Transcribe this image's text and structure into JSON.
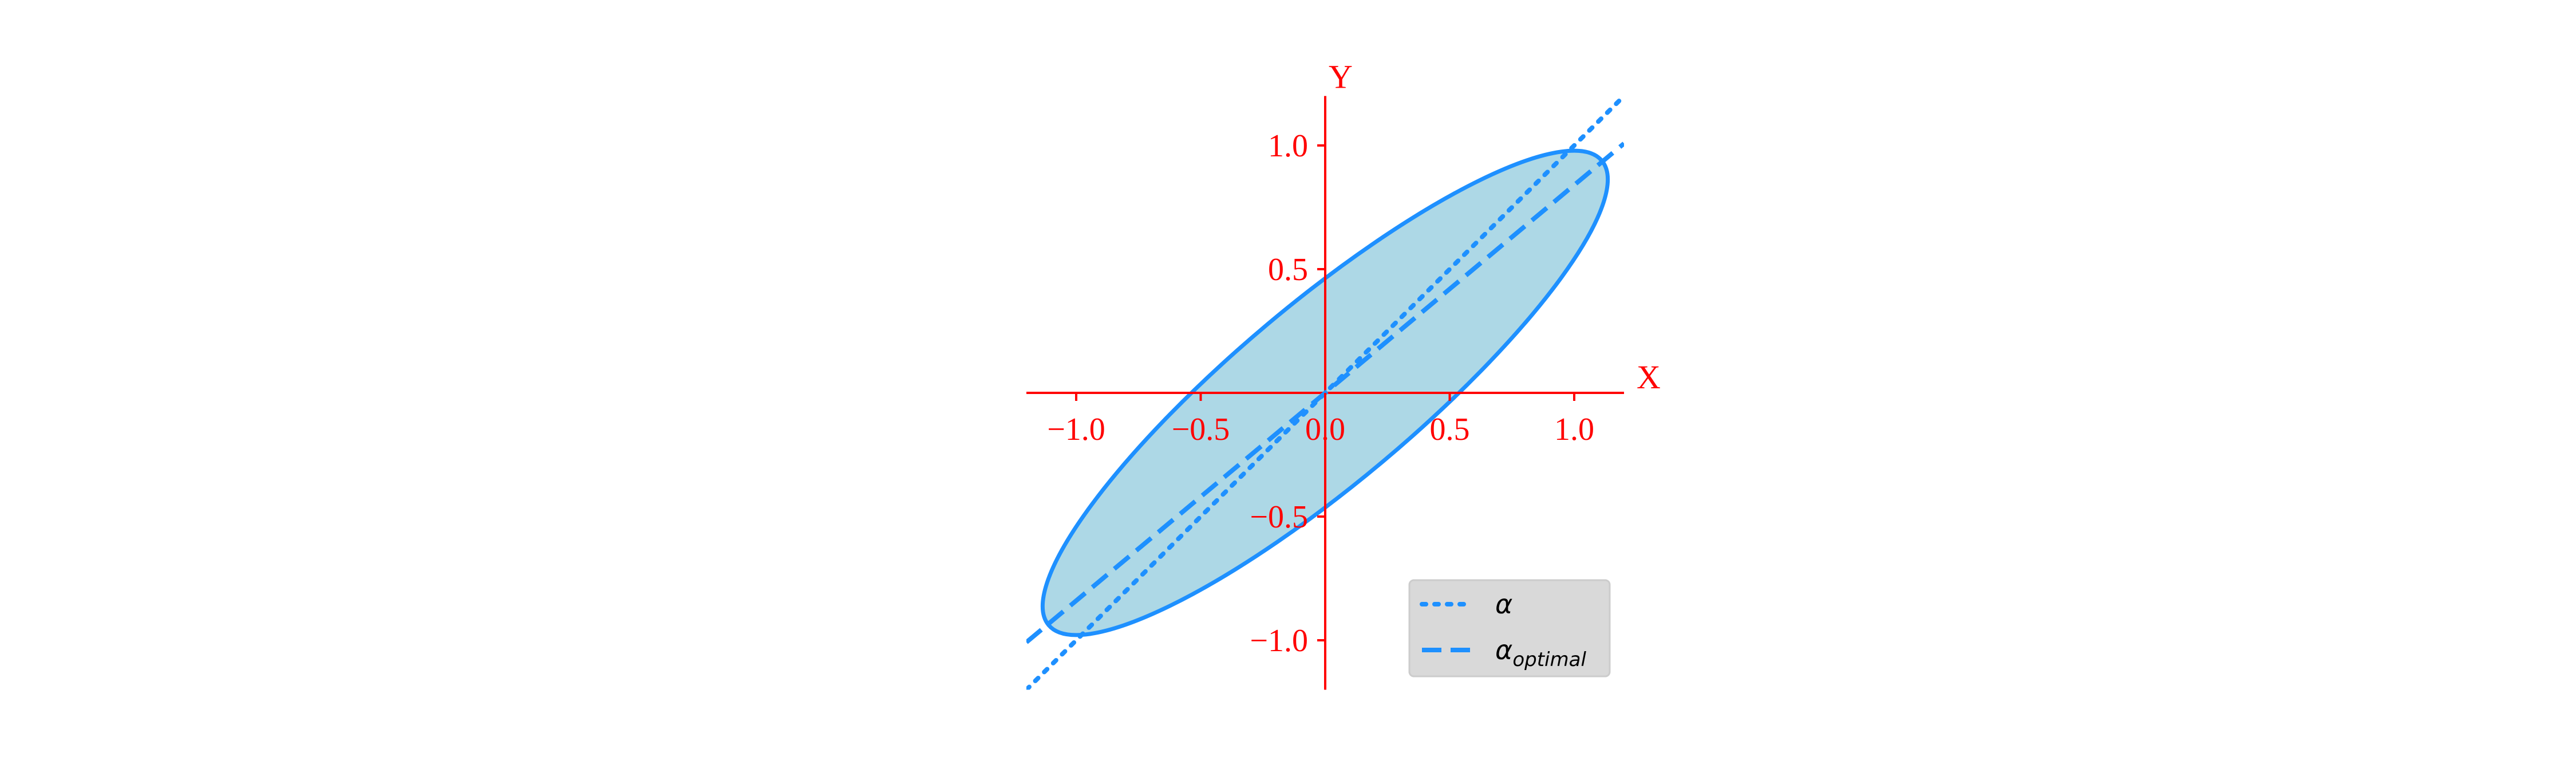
{
  "chart_data": {
    "type": "line",
    "xlabel": "X",
    "ylabel": "Y",
    "xlim": [
      -1.2,
      1.2
    ],
    "ylim": [
      -1.2,
      1.2
    ],
    "x_ticks": [
      -1.0,
      -0.5,
      0.0,
      0.5,
      1.0
    ],
    "y_ticks": [
      -1.0,
      -0.5,
      0.5,
      1.0
    ],
    "x_tick_labels": [
      "−1.0",
      "−0.5",
      "0.0",
      "0.5",
      "1.0"
    ],
    "y_tick_labels": [
      "−1.0",
      "−0.5",
      "0.5",
      "1.0"
    ],
    "axis_color": "#ff0000",
    "grid": false,
    "legend_position": "lower-right",
    "ellipse": {
      "center": [
        0,
        0
      ],
      "angle_deg": 40,
      "semi_major": 1.45,
      "semi_minor": 0.36,
      "fill_color": "#add8e6",
      "edge_color": "#1e90ff"
    },
    "series": [
      {
        "name": "α",
        "style": "dotted",
        "color": "#1e90ff",
        "slope": 1.0,
        "x": [
          -1.2,
          1.2
        ]
      },
      {
        "name": "α",
        "subscript": "optimal",
        "style": "dashed",
        "color": "#1e90ff",
        "slope": 0.84,
        "x": [
          -1.2,
          1.2
        ]
      }
    ]
  }
}
